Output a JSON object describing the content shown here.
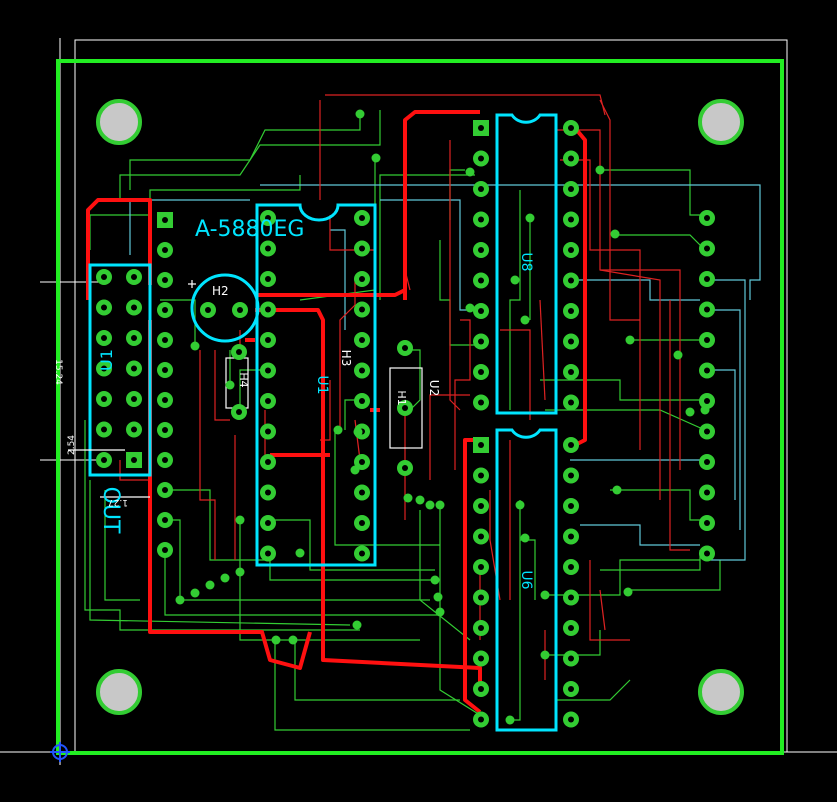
{
  "board": {
    "title_label": "A-5880EG",
    "colors": {
      "background": "#000000",
      "outline": "#00ff00",
      "silkscreen": "#00e5ff",
      "top_trace": "#ff0000",
      "bottom_trace": "#33cc33",
      "pad": "#33cc33",
      "mounting_hole": "#c0c0c0",
      "guide_line": "#ffffff"
    }
  },
  "components": {
    "u1": {
      "label": "U1"
    },
    "u2": {
      "label": "U2"
    },
    "u6": {
      "label": "U6"
    },
    "u8": {
      "label": "U8"
    },
    "h1": {
      "label": "H1"
    },
    "h2": {
      "label": "H2"
    },
    "h3": {
      "label": "H3"
    },
    "h4": {
      "label": "H4"
    },
    "out": {
      "label": "OUT"
    }
  },
  "dimensions": {
    "height_label": "15.24",
    "pitch_label": "2.54",
    "small_label": "1.27"
  }
}
